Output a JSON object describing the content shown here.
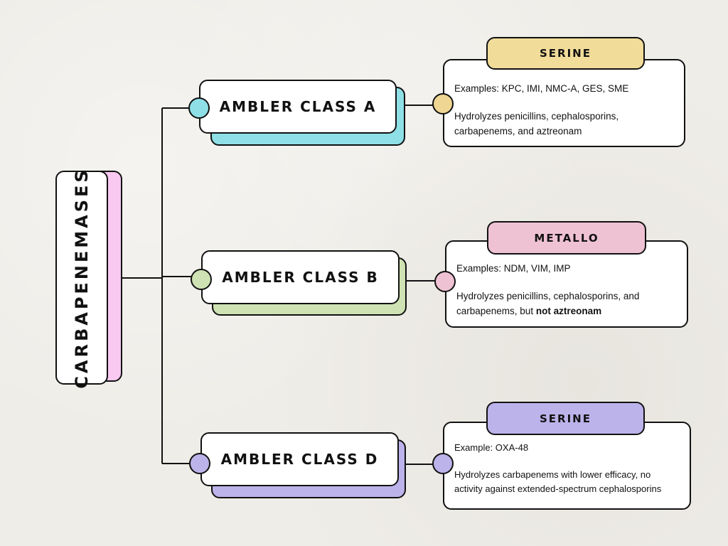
{
  "colors": {
    "outline": "#111111",
    "background": "#efede8",
    "root": "#f9c9f2",
    "class_a": "#8ee0e6",
    "class_b": "#cfe2b3",
    "class_d": "#bcb3ea",
    "serine_a_tag": "#f1dc9a",
    "serine_a_dot": "#efd693",
    "metallo_tag": "#efc2d3",
    "metallo_dot": "#efc2d3",
    "serine_d_tag": "#bcb3ea"
  },
  "root": {
    "label": "CARBAPENEMASES"
  },
  "branches": [
    {
      "label": "AMBLER CLASS A",
      "tag": "SERINE",
      "examples": "Examples: KPC, IMI, NMC-A, GES, SME",
      "desc": "Hydrolyzes penicillins, cephalosporins, carbapenems, and aztreonam",
      "desc_bold": ""
    },
    {
      "label": "AMBLER CLASS B",
      "tag": "METALLO",
      "examples": "Examples: NDM, VIM, IMP",
      "desc": "Hydrolyzes penicillins, cephalosporins, and carbapenems, but ",
      "desc_bold": "not aztreonam"
    },
    {
      "label": "AMBLER CLASS D",
      "tag": "SERINE",
      "examples": "Example: OXA-48",
      "desc": "Hydrolyzes carbapenems with lower efficacy, no activity against extended-spectrum cephalosporins",
      "desc_bold": ""
    }
  ]
}
